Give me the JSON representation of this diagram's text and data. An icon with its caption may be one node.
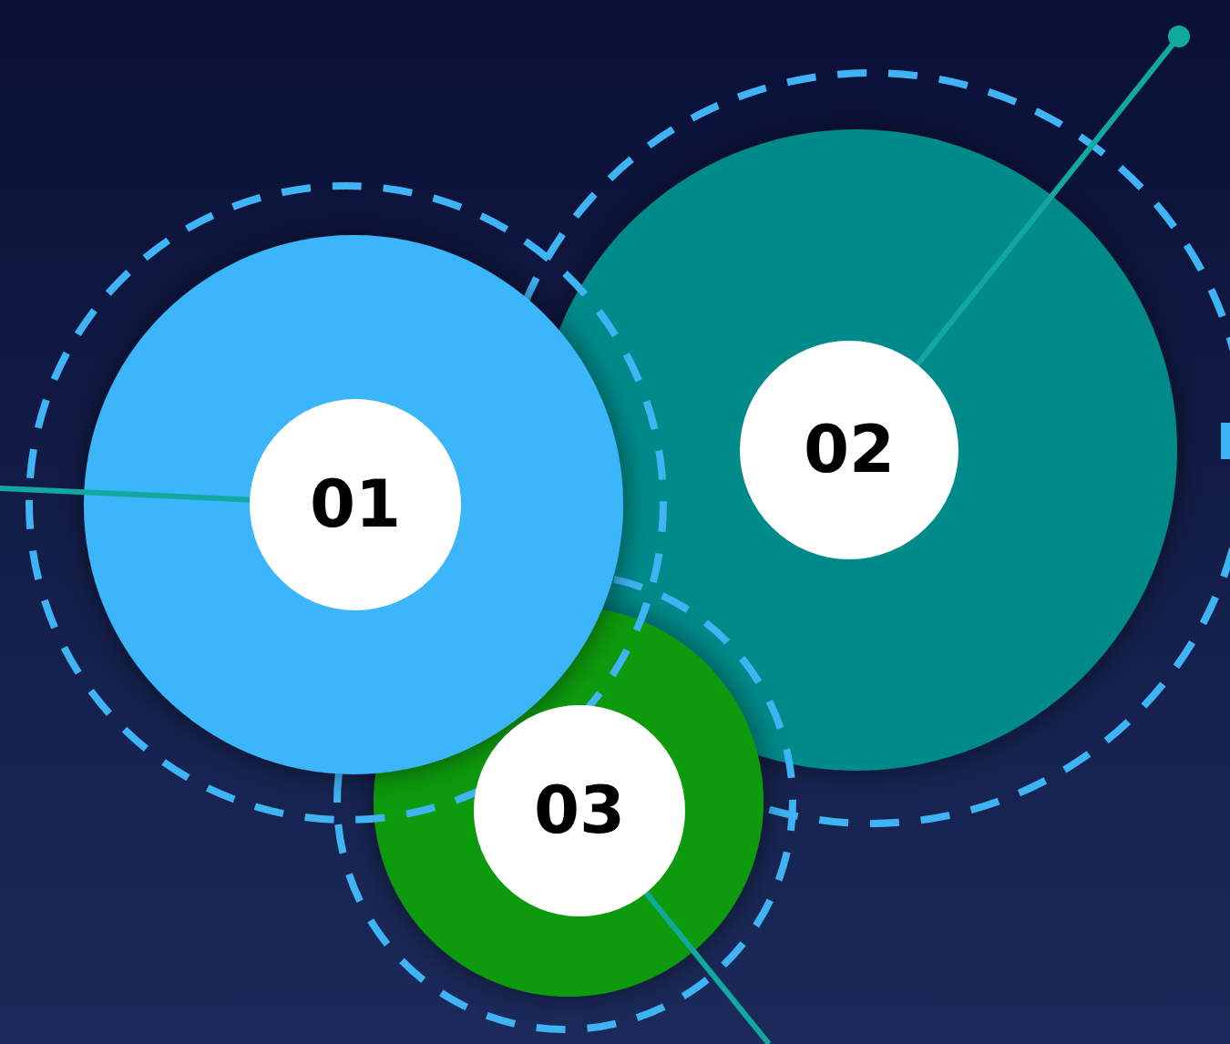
{
  "diagram": {
    "nodes": [
      {
        "text": [
          "01"
        ]
      },
      {
        "text": [
          "02"
        ]
      },
      {
        "text": [
          "03"
        ]
      }
    ],
    "edges": [
      {
        "from": null,
        "to": 0,
        "arrow": "none"
      },
      {
        "from": null,
        "to": 1,
        "arrow": "other"
      },
      {
        "from": 2,
        "to": null,
        "arrow": "none"
      }
    ]
  }
}
